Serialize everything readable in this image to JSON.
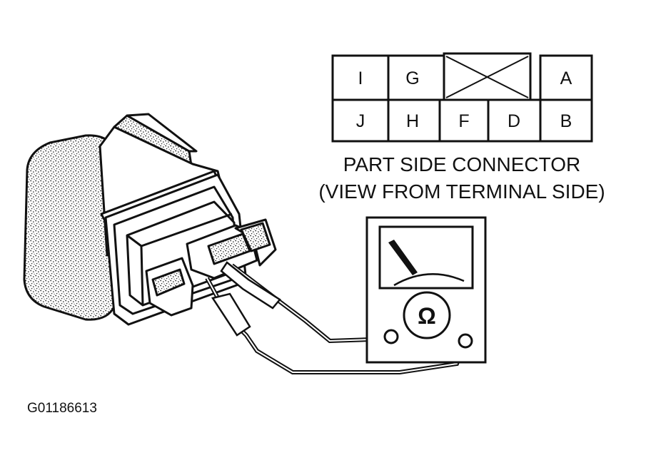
{
  "connector": {
    "pins_top": [
      "I",
      "G",
      "",
      "A"
    ],
    "pins_bottom": [
      "J",
      "H",
      "F",
      "D",
      "B"
    ],
    "caption_line1": "PART SIDE CONNECTOR",
    "caption_line2": "(VIEW FROM TERMINAL SIDE)"
  },
  "meter": {
    "symbol": "Ω"
  },
  "figure_id": "G01186613",
  "icons": {
    "ohmmeter": "ohmmeter-icon",
    "relay": "relay-connector-icon",
    "blank_cavity": "blank-cavity-x-icon"
  }
}
